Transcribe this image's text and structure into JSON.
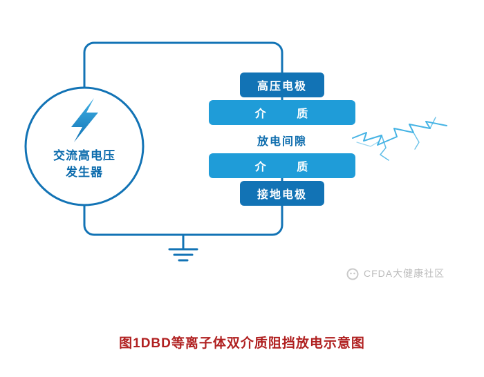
{
  "generator": {
    "icon": "lightning-bolt-icon",
    "label_line1": "交流高电压",
    "label_line2": "发生器"
  },
  "stack": {
    "high_voltage_electrode": "高压电极",
    "dielectric_top": "介 质",
    "discharge_gap": "放电间隙",
    "dielectric_bottom": "介 质",
    "ground_electrode": "接地电极"
  },
  "watermark": {
    "logo_icon": "cfda-logo-icon",
    "text": "CFDA大健康社区"
  },
  "caption": "图1DBD等离子体双介质阻挡放电示意图",
  "colors": {
    "dark_blue": "#1273b5",
    "light_blue": "#1f9cd8",
    "wire_blue": "#1273b5",
    "text_blue": "#0d6cad",
    "discharge_blue": "#45b3e4",
    "caption_red": "#b02020",
    "watermark_gray": "#bcbcbc"
  }
}
